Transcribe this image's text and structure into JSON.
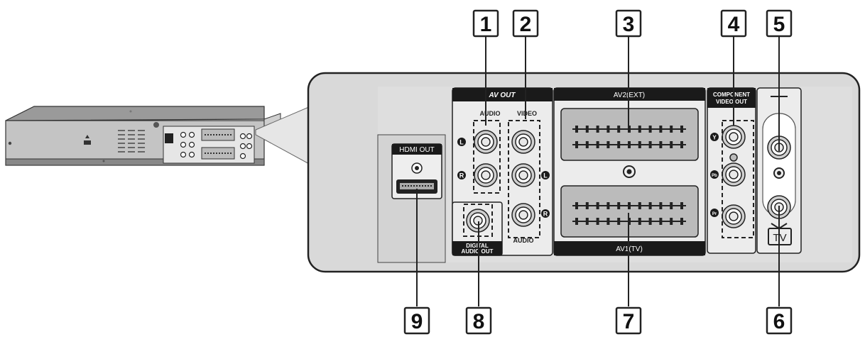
{
  "callouts": [
    {
      "id": "1",
      "label": "1"
    },
    {
      "id": "2",
      "label": "2"
    },
    {
      "id": "3",
      "label": "3"
    },
    {
      "id": "4",
      "label": "4"
    },
    {
      "id": "5",
      "label": "5"
    },
    {
      "id": "6",
      "label": "6"
    },
    {
      "id": "7",
      "label": "7"
    },
    {
      "id": "8",
      "label": "8"
    },
    {
      "id": "9",
      "label": "9"
    }
  ],
  "panel": {
    "hdmi_out": "HDMI OUT",
    "av_out": "AV OUT",
    "audio_top": "AUDIO",
    "video": "VIDEO",
    "audio_bottom": "AUDIO",
    "jack_l": "L",
    "jack_r": "R",
    "av2_ext": "AV2(EXT)",
    "av1_tv": "AV1(TV)",
    "component_line1": "COMPONENT",
    "component_line2": "VIDEO OUT",
    "comp_y": "Y",
    "comp_pb": "Pb",
    "comp_pr": "Pr",
    "digital_line1": "DIGITAL",
    "digital_line2": "AUDIO OUT",
    "tv": "TV"
  },
  "colors": {
    "panel_fill": "#d9d9d9",
    "section_fill": "#eeeeee",
    "header_fill": "#1a1a1a",
    "outline": "#222222"
  }
}
